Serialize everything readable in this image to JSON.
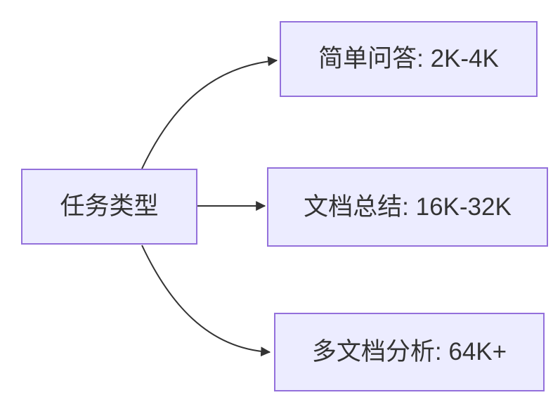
{
  "diagram": {
    "type": "flowchart-lr",
    "root": {
      "id": "task-type",
      "label": "任务类型"
    },
    "children": [
      {
        "id": "simple-qa",
        "label": "简单问答: 2K-4K"
      },
      {
        "id": "doc-summary",
        "label": "文档总结: 16K-32K"
      },
      {
        "id": "multi-doc",
        "label": "多文档分析: 64K+"
      }
    ],
    "edges": [
      {
        "from": "task-type",
        "to": "simple-qa"
      },
      {
        "from": "task-type",
        "to": "doc-summary"
      },
      {
        "from": "task-type",
        "to": "multi-doc"
      }
    ],
    "colors": {
      "node_fill": "#ECECFF",
      "node_border": "#9370DB",
      "text": "#333333",
      "edge": "#333333",
      "background": "#FFFFFF"
    }
  }
}
